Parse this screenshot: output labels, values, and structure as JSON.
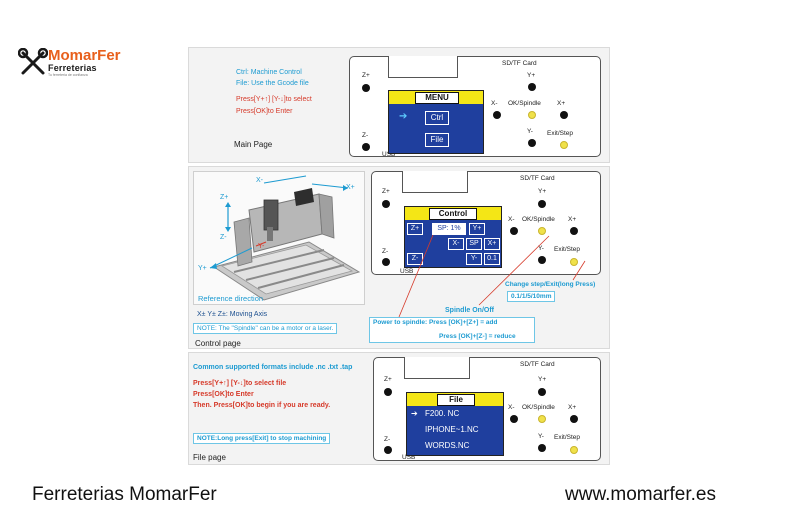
{
  "logo": {
    "name": "MomarFer",
    "sub": "Ferreterias",
    "tagline": "Tu ferreteria de confianza"
  },
  "main_page": {
    "line1": "Ctrl: Machine Control",
    "line2": "File: Use the Gcode file",
    "line3": "Press[Y+↑] [Y-↓]to select",
    "line4": "Press[OK]to Enter",
    "page_name": "Main Page",
    "screen_title": "MENU",
    "item1": "Ctrl",
    "item2": "File",
    "arrow": "➔"
  },
  "board": {
    "sd": "SD/TF Card",
    "usb": "USB",
    "zplus": "Z+",
    "zminus": "Z-",
    "yplus": "Y+",
    "yminus": "Y-",
    "xminus": "X-",
    "xplus": "X+",
    "ok": "OK/Spindle",
    "exit": "Exit/Step"
  },
  "control_page": {
    "axis_x_minus": "X-",
    "axis_x_plus": "X+",
    "axis_z_plus": "Z+",
    "axis_z_minus": "Z-",
    "axis_y_minus": "Y-",
    "axis_y_plus": "Y+",
    "ref_direction": "Reference direction",
    "moving_axis": "X± Y± Z±: Moving Axis",
    "note": "NOTE: The \"Spindle\" can be a motor or a laser.",
    "page_name": "Control page",
    "screen_title": "Control",
    "btn_zplus": "Z+",
    "btn_sp": "SP: 1%",
    "btn_yplus": "Y+",
    "btn_xminus": "X-",
    "btn_sp2": "SP",
    "btn_xplus": "X+",
    "btn_zminus": "Z-",
    "btn_yminus": "Y-",
    "btn_step": "0.1",
    "change_step": "Change step/Exit(long Press)",
    "step_values": "0.1/1/5/10mm",
    "spindle_onoff": "Spindle On/Off",
    "power_add": "Power to spindle: Press [OK]+[Z+] = add",
    "power_reduce": "Press [OK]+[Z-] = reduce"
  },
  "file_page": {
    "formats": "Common supported formats include .nc .txt .tap",
    "line1": "Press[Y+↑] [Y-↓]to select file",
    "line2": "Press[OK]to Enter",
    "line3": "Then. Press[OK]to begin if you are ready.",
    "note": "NOTE:Long press[Exit] to stop machining",
    "page_name": "File page",
    "screen_title": "File",
    "file1": "F200. NC",
    "file2": "IPHONE~1.NC",
    "file3": "WORDS.NC",
    "arrow": "➔"
  },
  "footer": {
    "left": "Ferreterias MomarFer",
    "right": "www.momarfer.es"
  },
  "colors": {
    "accent_orange": "#e8601c",
    "text_cyan": "#1d9bd1",
    "text_red": "#d63a2a",
    "screen_blue": "#1f3f9e",
    "screen_yellow": "#f4e616"
  }
}
